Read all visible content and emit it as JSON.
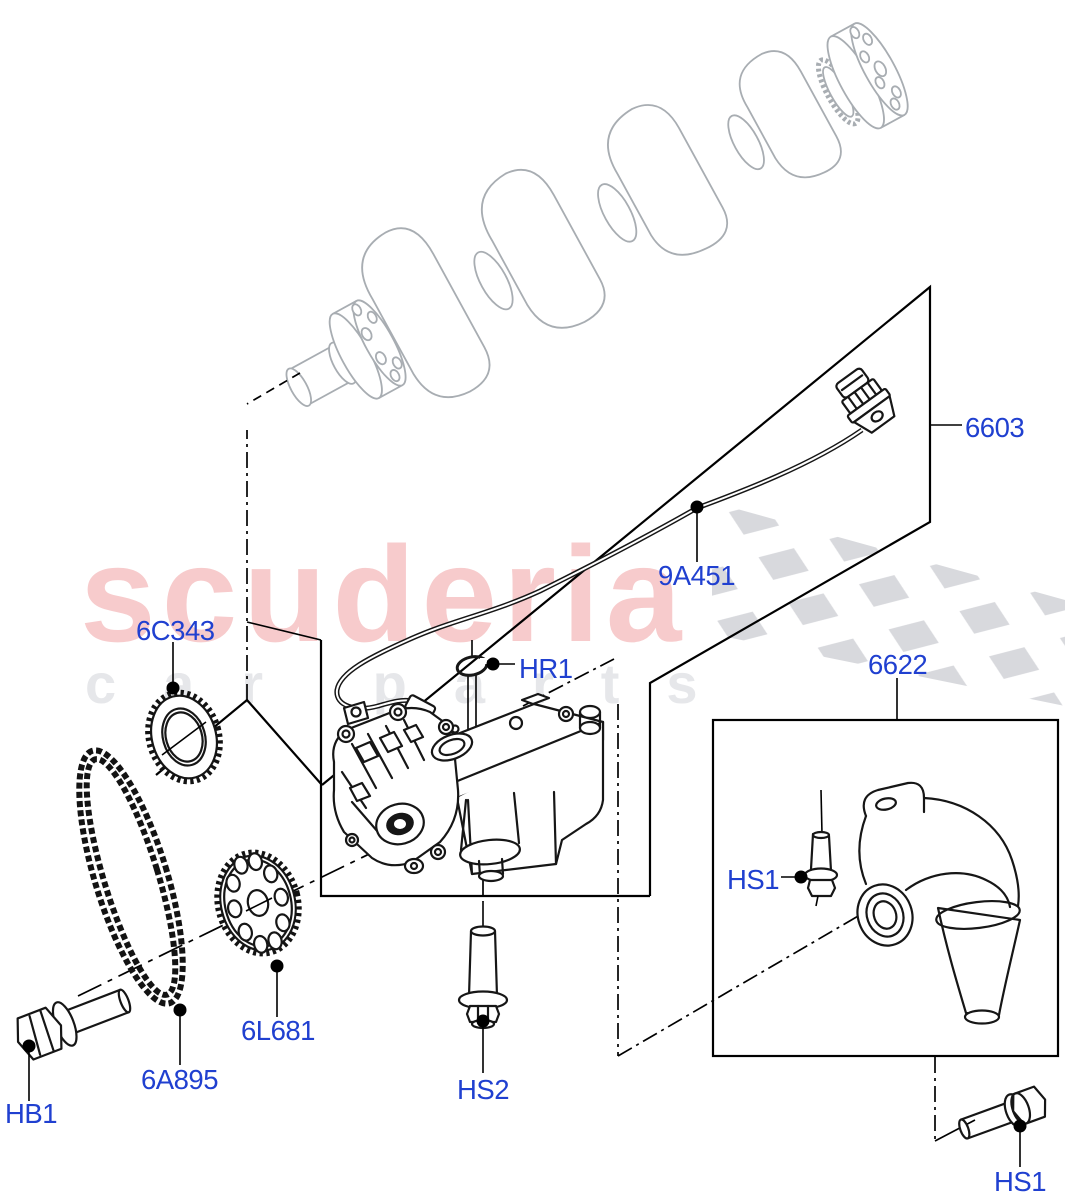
{
  "callouts": {
    "n6603": "6603",
    "n9A451": "9A451",
    "n6C343": "6C343",
    "nHR1": "HR1",
    "n6622": "6622",
    "nHS1": "HS1",
    "n6L681": "6L681",
    "n6A895": "6A895",
    "nHB1": "HB1",
    "nHS2": "HS2"
  },
  "watermark": {
    "brand": "scuderia",
    "subtext": "car parts"
  },
  "colors": {
    "callout": "#2040d0",
    "line": "#000000",
    "crank": "#a8adb2",
    "watermark_brand": "#f7cbcc",
    "watermark_sub": "#e6e7ea",
    "checker": "#d8d9dd"
  }
}
